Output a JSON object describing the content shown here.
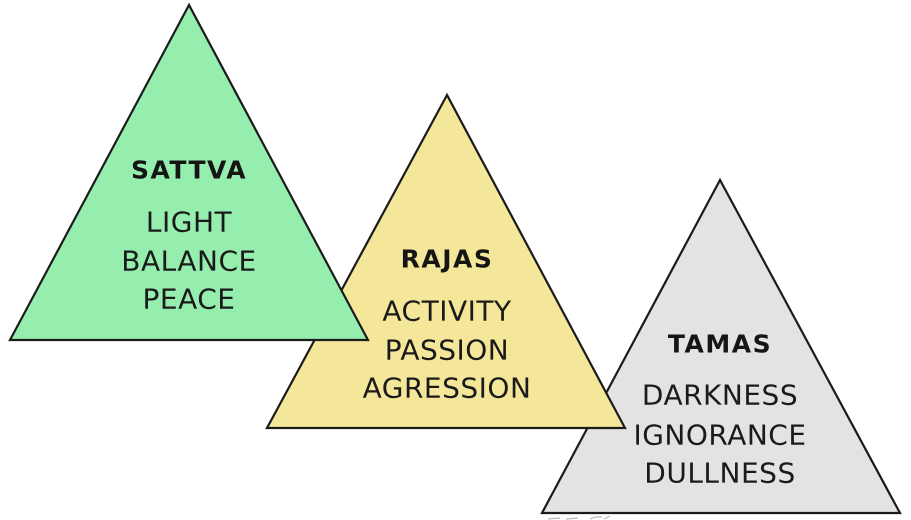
{
  "title": "The Three Gunas",
  "gunas": [
    {
      "id": "sattva",
      "name": "SATTVA",
      "qualities": [
        "LIGHT",
        "BALANCE",
        "PEACE"
      ],
      "fill_color": "#95EEAE"
    },
    {
      "id": "rajas",
      "name": "RAJAS",
      "qualities": [
        "ACTIVITY",
        "PASSION",
        "AGRESSION"
      ],
      "fill_color": "#F5E79A"
    },
    {
      "id": "tamas",
      "name": "TAMAS",
      "qualities": [
        "DARKNESS",
        "IGNORANCE",
        "DULLNESS"
      ],
      "fill_color": "#E3E3E3"
    }
  ],
  "colors": {
    "outline": "#1B1B1B",
    "text": "#151515",
    "background": "#FFFFFF"
  }
}
